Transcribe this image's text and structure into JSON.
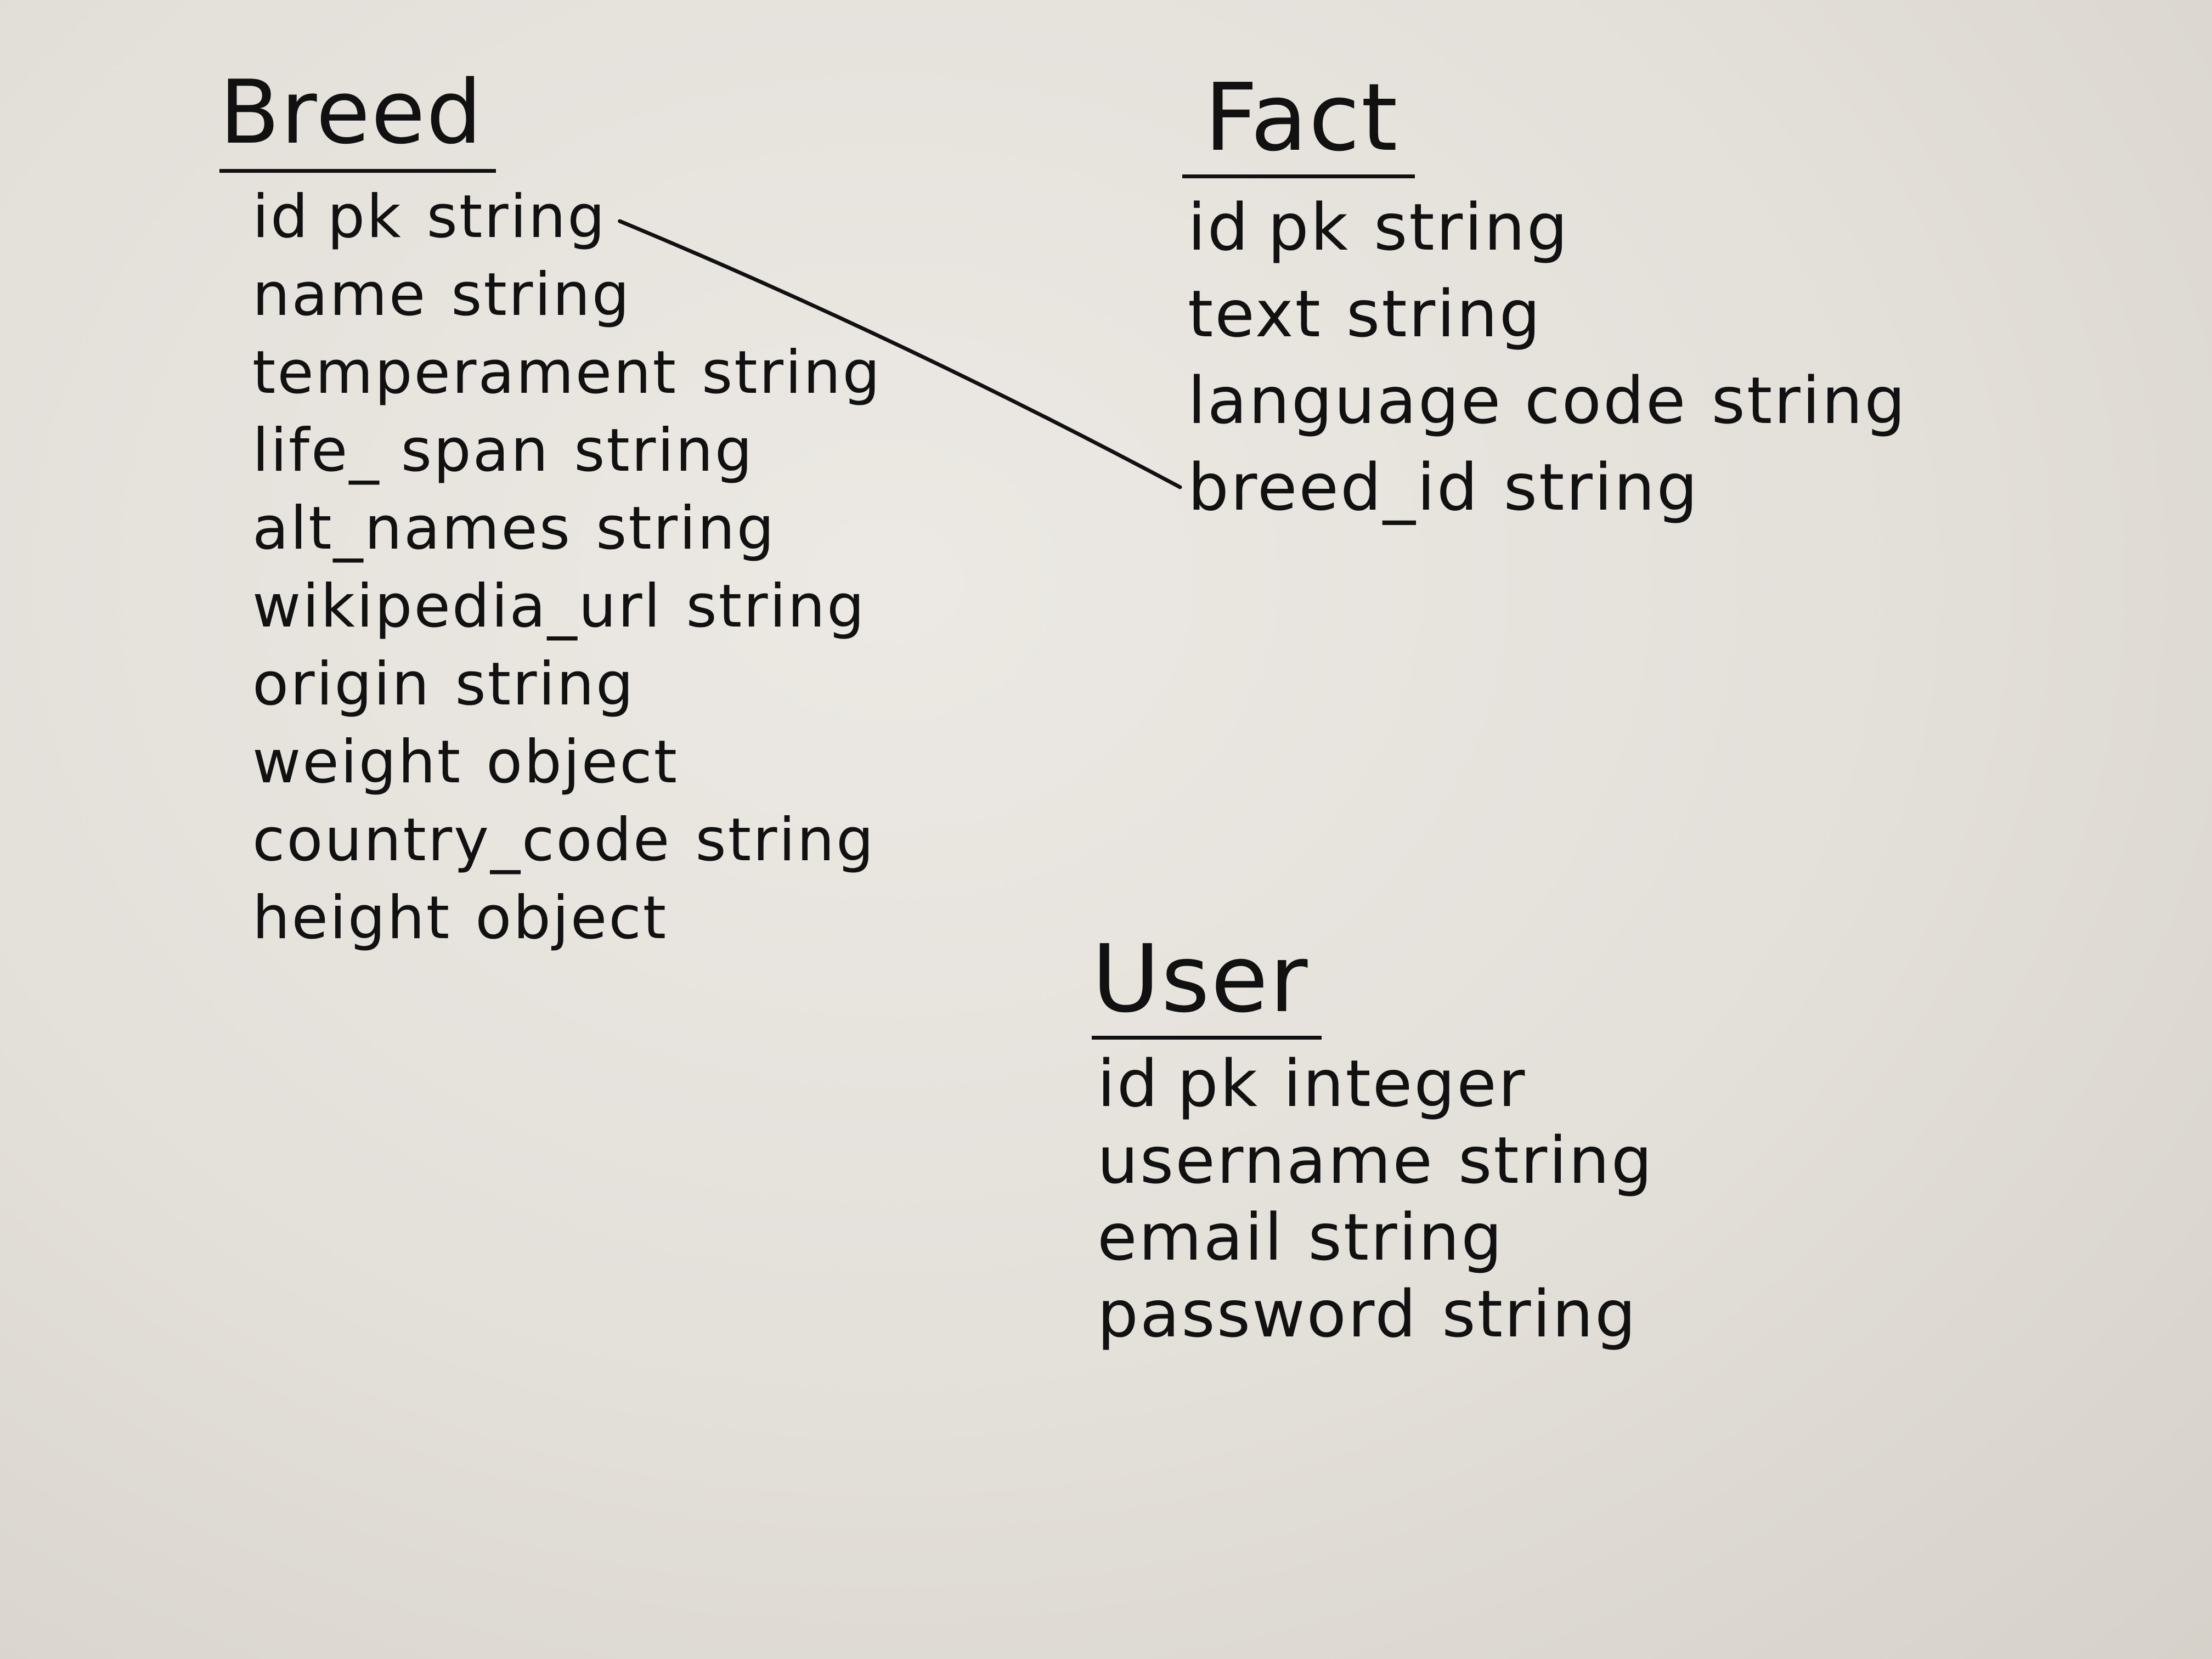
{
  "diagram": {
    "entities": [
      {
        "title": "Breed",
        "fields": [
          {
            "name": "id",
            "pk": "pk",
            "type": "string"
          },
          {
            "name": "name",
            "pk": "",
            "type": "string"
          },
          {
            "name": "temperament",
            "pk": "",
            "type": "string"
          },
          {
            "name": "life_ span",
            "pk": "",
            "type": "string"
          },
          {
            "name": "alt_names",
            "pk": "",
            "type": "string"
          },
          {
            "name": "wikipedia_url",
            "pk": "",
            "type": "string"
          },
          {
            "name": "origin",
            "pk": "",
            "type": "string"
          },
          {
            "name": "weight",
            "pk": "",
            "type": "object"
          },
          {
            "name": "country_code",
            "pk": "",
            "type": "string"
          },
          {
            "name": "height",
            "pk": "",
            "type": "object"
          }
        ]
      },
      {
        "title": "Fact",
        "fields": [
          {
            "name": "id",
            "pk": "pk",
            "type": "string"
          },
          {
            "name": "text",
            "pk": "",
            "type": "string"
          },
          {
            "name": "language code",
            "pk": "",
            "type": "string"
          },
          {
            "name": "breed_id",
            "pk": "",
            "type": "string"
          }
        ]
      },
      {
        "title": "User",
        "fields": [
          {
            "name": "id",
            "pk": "pk",
            "type": "integer"
          },
          {
            "name": "username",
            "pk": "",
            "type": "string"
          },
          {
            "name": "email",
            "pk": "",
            "type": "string"
          },
          {
            "name": "password",
            "pk": "",
            "type": "string"
          }
        ]
      }
    ],
    "relationships": [
      {
        "from_entity": "Breed",
        "from_field": "id",
        "to_entity": "Fact",
        "to_field": "breed_id"
      }
    ],
    "line_color": "#111111",
    "paper_color": "#e6e2dc"
  }
}
